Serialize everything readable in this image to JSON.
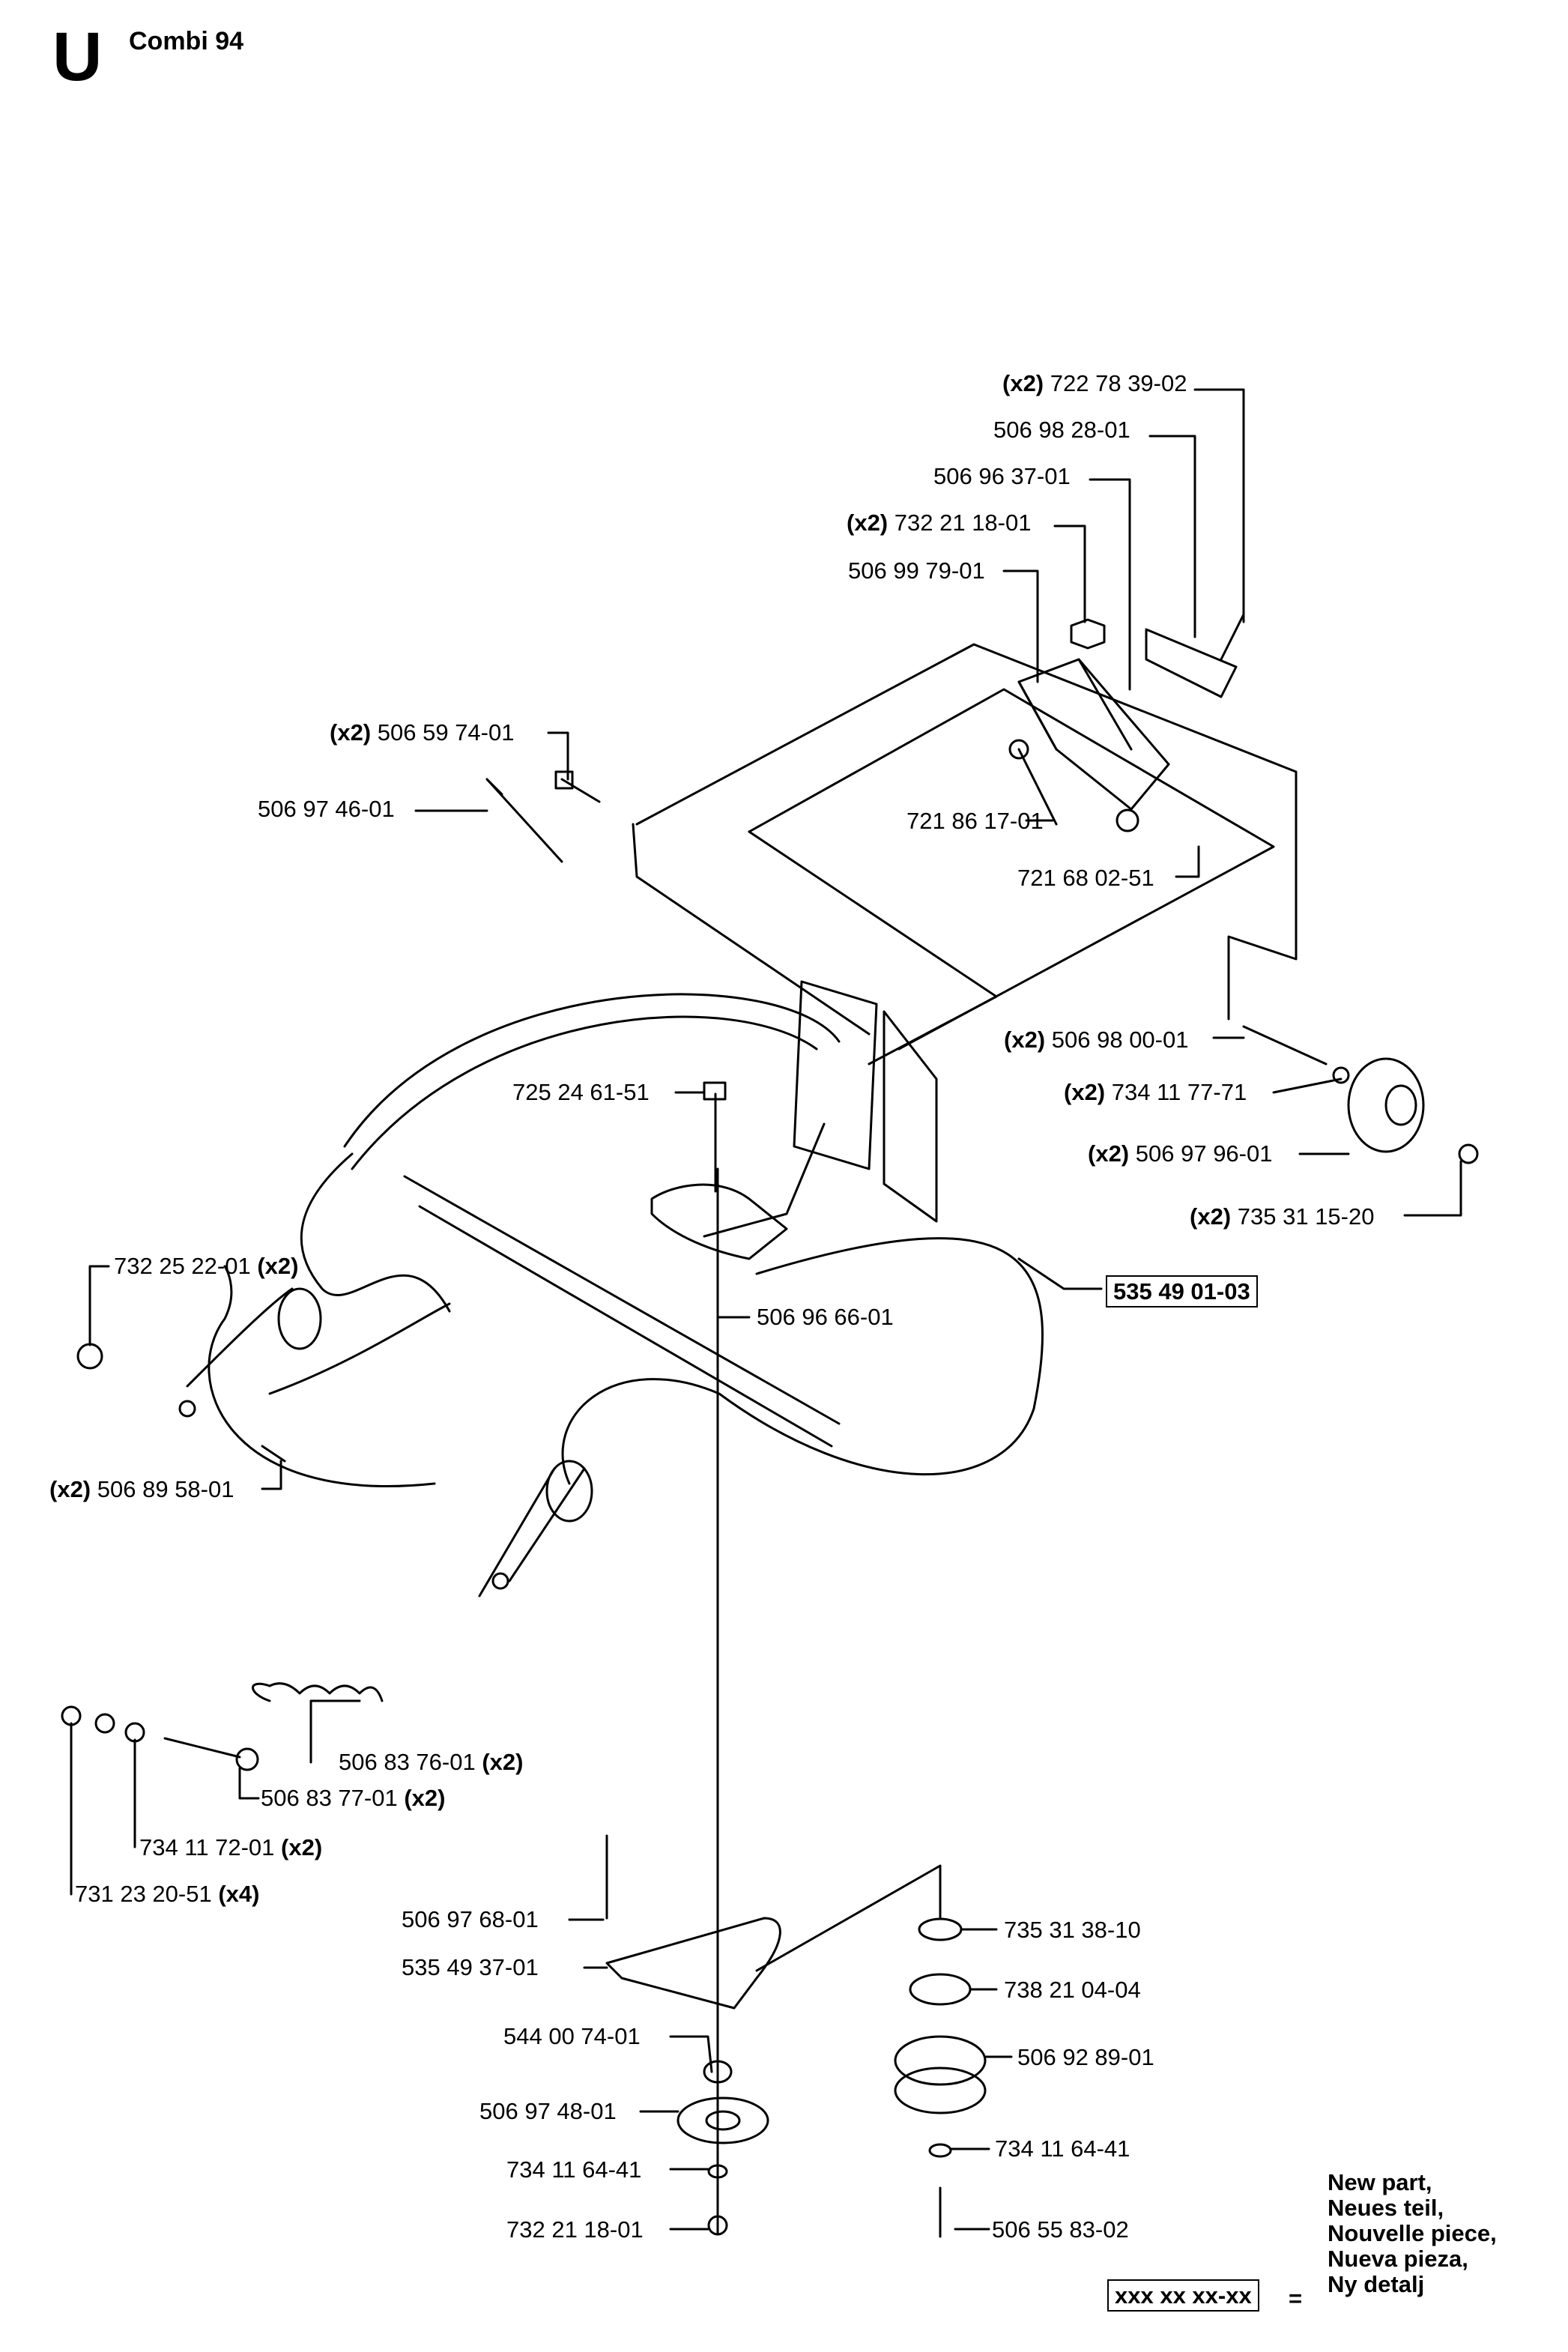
{
  "header": {
    "section_letter": "U",
    "model": "Combi 94"
  },
  "parts": [
    {
      "id": "p1",
      "qty": "(x2)",
      "number": "722 78 39-02"
    },
    {
      "id": "p2",
      "qty": "",
      "number": "506 98 28-01"
    },
    {
      "id": "p3",
      "qty": "",
      "number": "506 96 37-01"
    },
    {
      "id": "p4",
      "qty": "(x2)",
      "number": "732 21 18-01"
    },
    {
      "id": "p5",
      "qty": "",
      "number": "506 99 79-01"
    },
    {
      "id": "p6",
      "qty": "(x2)",
      "number": "506 59 74-01"
    },
    {
      "id": "p7",
      "qty": "",
      "number": "506 97 46-01"
    },
    {
      "id": "p8",
      "qty": "",
      "number": "721 86 17-01"
    },
    {
      "id": "p9",
      "qty": "",
      "number": "721 68 02-51"
    },
    {
      "id": "p10",
      "qty": "(x2)",
      "number": "506 98 00-01"
    },
    {
      "id": "p11",
      "qty": "(x2)",
      "number": "734 11 77-71"
    },
    {
      "id": "p12",
      "qty": "",
      "number": "725 24 61-51"
    },
    {
      "id": "p13",
      "qty": "(x2)",
      "number": "506 97 96-01"
    },
    {
      "id": "p14",
      "qty": "(x2)",
      "number": "735 31 15-20"
    },
    {
      "id": "p15",
      "qty": "(x2)",
      "number": "732 25 22-01"
    },
    {
      "id": "p16",
      "qty": "",
      "number": "506 96 66-01"
    },
    {
      "id": "p17",
      "qty": "(x2)",
      "number": "506 89 58-01"
    },
    {
      "id": "p18",
      "qty": "(x2)",
      "number": "506 83 76-01"
    },
    {
      "id": "p19",
      "qty": "(x2)",
      "number": "506 83 77-01"
    },
    {
      "id": "p20",
      "qty": "(x2)",
      "number": "734 11 72-01"
    },
    {
      "id": "p21",
      "qty": "(x4)",
      "number": "731 23 20-51"
    },
    {
      "id": "p22",
      "qty": "",
      "number": "506 97 68-01"
    },
    {
      "id": "p23",
      "qty": "",
      "number": "535 49 37-01"
    },
    {
      "id": "p24",
      "qty": "",
      "number": "544 00 74-01"
    },
    {
      "id": "p25",
      "qty": "",
      "number": "506 97 48-01"
    },
    {
      "id": "p26",
      "qty": "",
      "number": "734 11 64-41"
    },
    {
      "id": "p27",
      "qty": "",
      "number": "732 21 18-01"
    },
    {
      "id": "p28",
      "qty": "",
      "number": "735 31 38-10"
    },
    {
      "id": "p29",
      "qty": "",
      "number": "738 21 04-04"
    },
    {
      "id": "p30",
      "qty": "",
      "number": "506 92 89-01"
    },
    {
      "id": "p31",
      "qty": "",
      "number": "734 11 64-41"
    },
    {
      "id": "p32",
      "qty": "",
      "number": "506 55 83-02"
    }
  ],
  "assembly": {
    "number": "535 49 01-03"
  },
  "legend": {
    "lines": [
      "New part,",
      "Neues teil,",
      "Nouvelle piece,",
      "Nueva pieza,",
      "Ny detalj"
    ],
    "box": "xxx xx xx-xx",
    "equals": "="
  }
}
